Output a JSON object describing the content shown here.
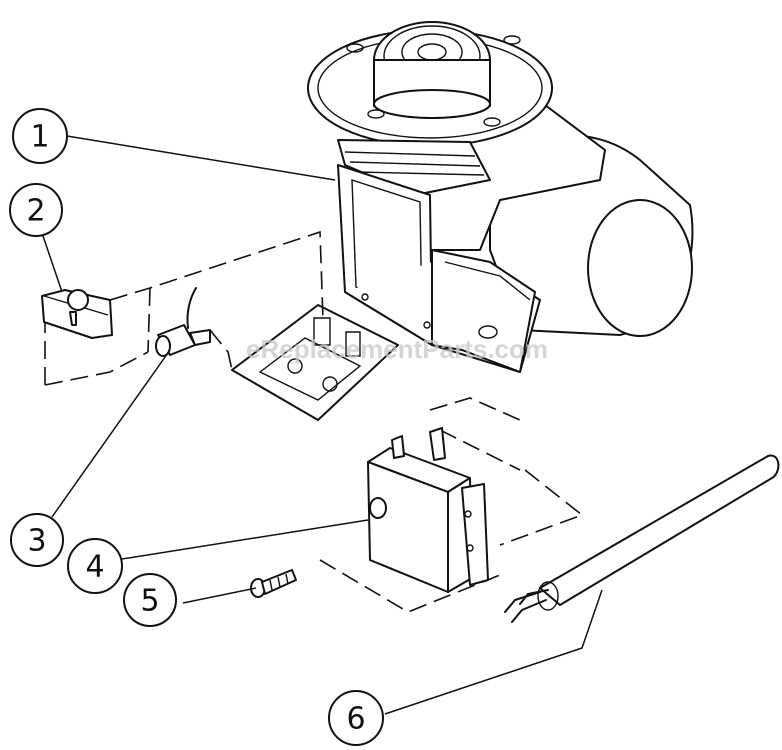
{
  "watermark": "eReplacementParts.com",
  "callouts": [
    "1",
    "2",
    "3",
    "4",
    "5",
    "6"
  ]
}
